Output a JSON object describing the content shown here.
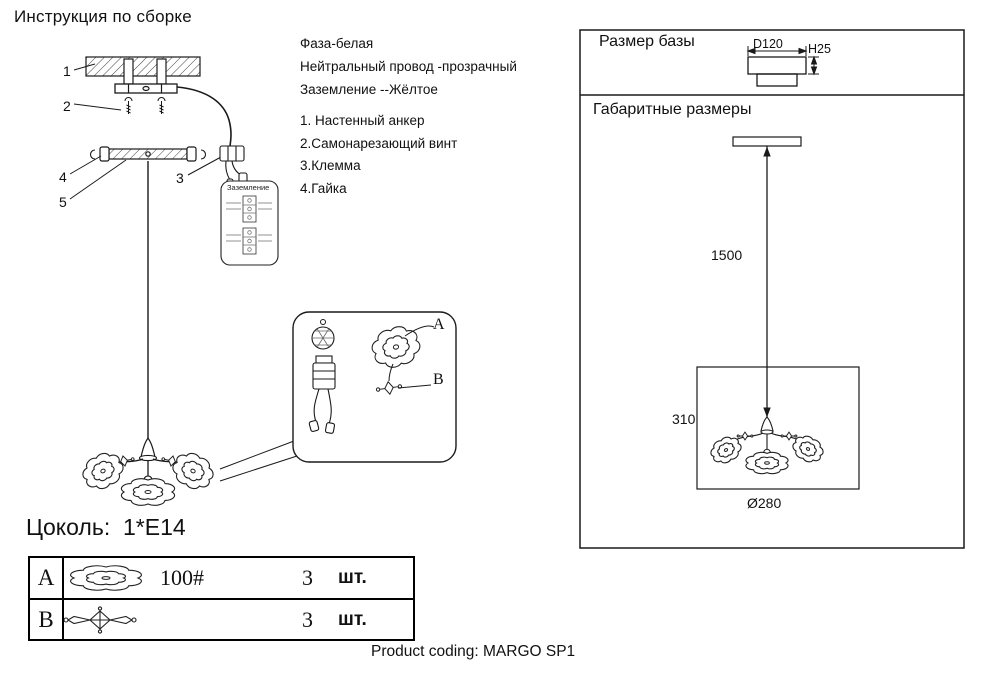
{
  "title": "Инструкция по сборке",
  "wiring": {
    "phase": "Фаза-белая",
    "neutral": "Нейтральный провод -прозрачный",
    "ground": "Заземление --Жёлтое"
  },
  "parts_list": [
    "1. Настенный анкер",
    "2.Самонарезающий винт",
    "3.Клемма",
    "4.Гайка"
  ],
  "callouts": {
    "n1": "1",
    "n2": "2",
    "n3": "3",
    "n4": "4",
    "n5": "5"
  },
  "ground_detail_label": "Заземление",
  "detail_markers": {
    "a": "A",
    "b": "B"
  },
  "socket_line": "Цоколь:  1*E14",
  "parts_table": {
    "rows": [
      {
        "letter": "A",
        "model": "100#",
        "qty": "3",
        "unit": "шт."
      },
      {
        "letter": "B",
        "model": "",
        "qty": "3",
        "unit": "шт."
      }
    ]
  },
  "dim_panel": {
    "base_title": "Размер базы",
    "base_diameter": "D120",
    "base_height": "H25",
    "overall_title": "Габаритные размеры",
    "drop_height": "1500",
    "fixture_height": "310",
    "fixture_diameter": "Ø280"
  },
  "footer": "Product coding: MARGO SP1",
  "ink_color": "#1a1a1a"
}
